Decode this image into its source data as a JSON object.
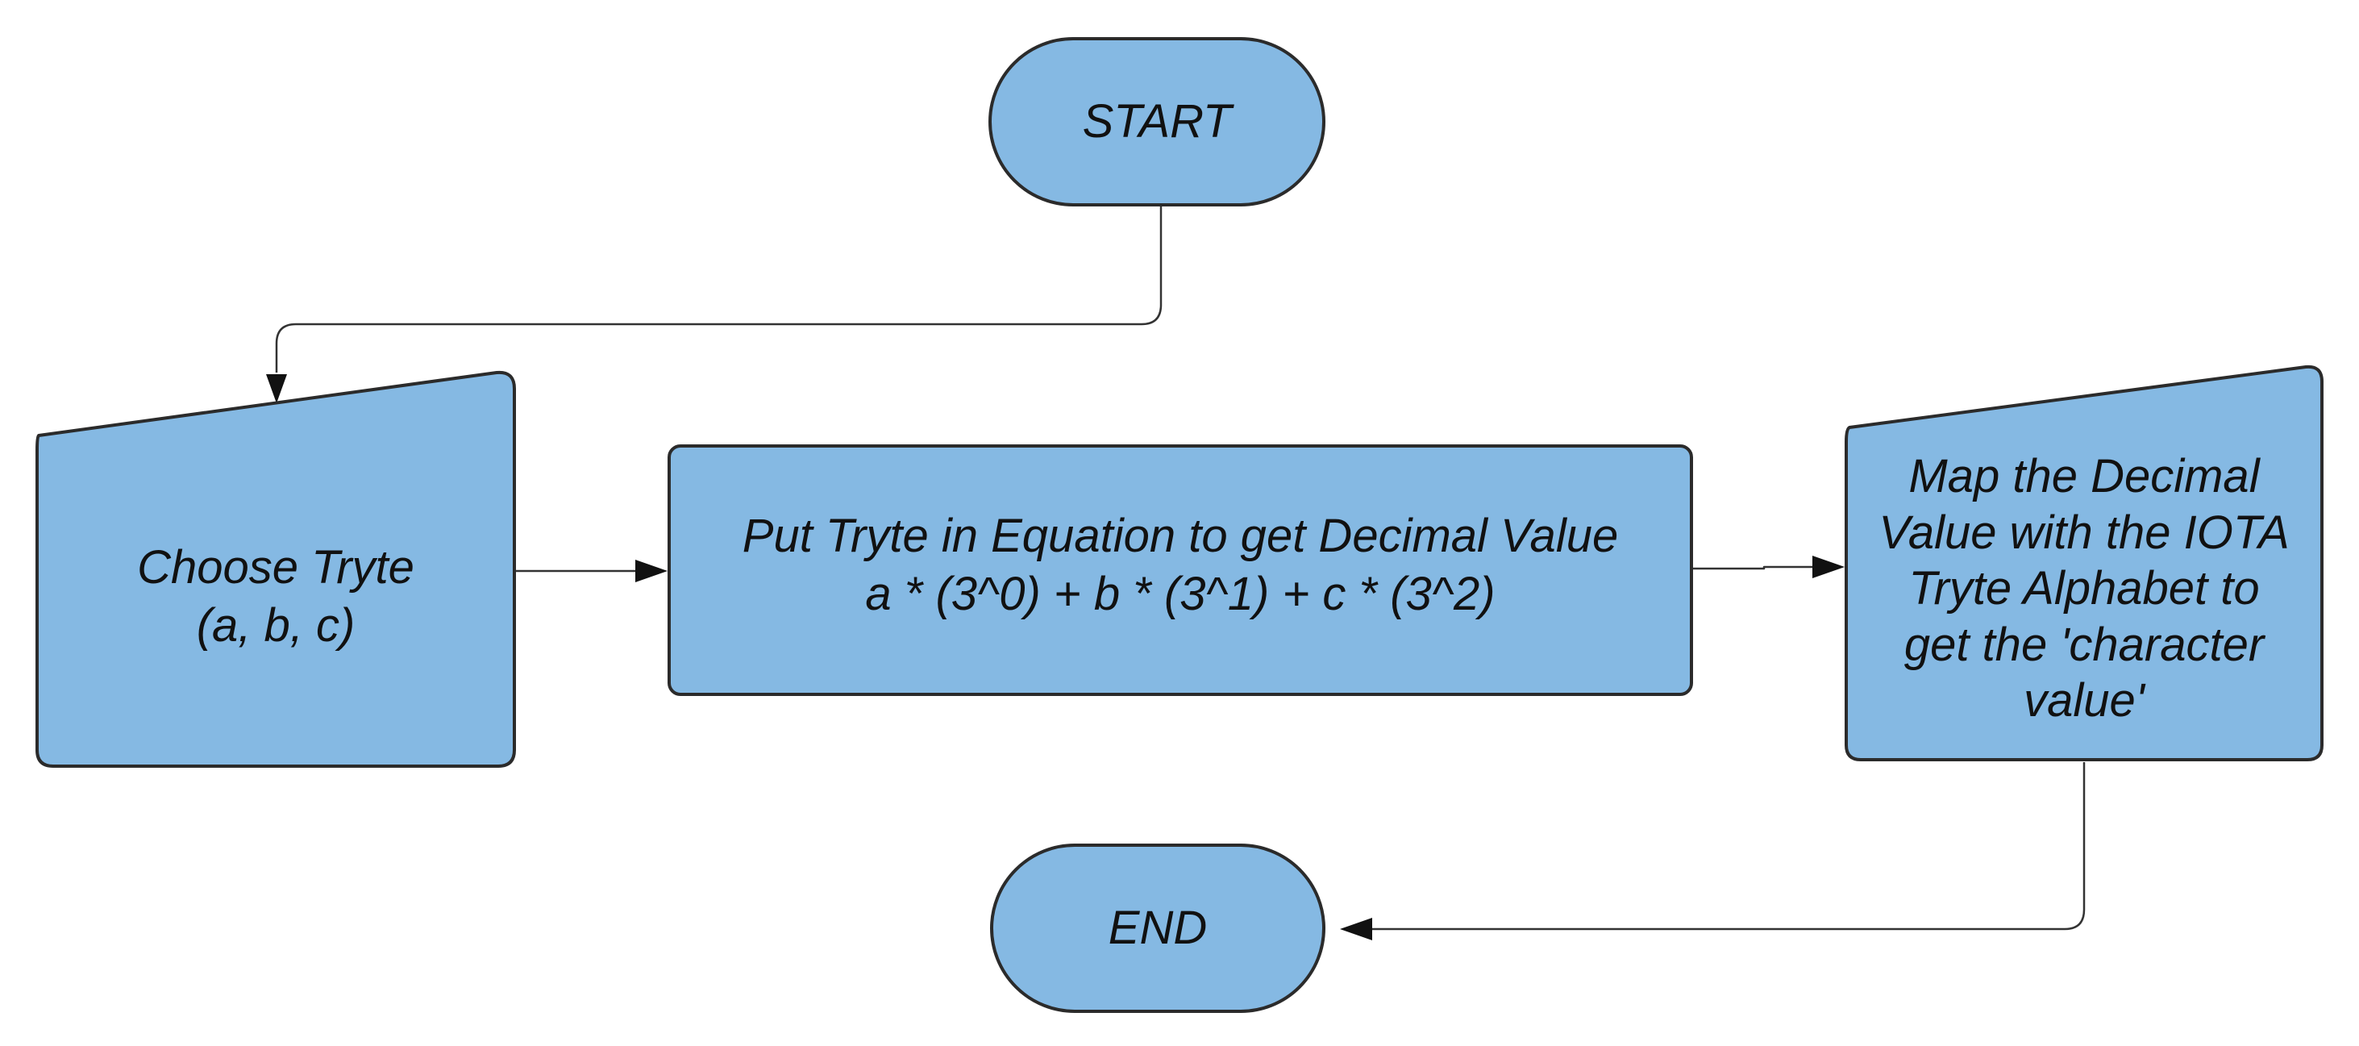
{
  "colors": {
    "node_fill": "#85b9e3",
    "node_stroke": "#2b2b2b",
    "connector": "#333333",
    "background": "#ffffff"
  },
  "nodes": {
    "start": {
      "label": "START"
    },
    "choose": {
      "lines": [
        "Choose Tryte",
        "(a, b, c)"
      ]
    },
    "equation": {
      "lines": [
        "Put Tryte in Equation to get Decimal Value",
        "a * (3^0) + b * (3^1) + c * (3^2)"
      ]
    },
    "map": {
      "lines": [
        "Map the Decimal",
        "Value with the IOTA",
        "Tryte Alphabet to",
        "get the 'character",
        "value'"
      ]
    },
    "end": {
      "label": "END"
    }
  }
}
